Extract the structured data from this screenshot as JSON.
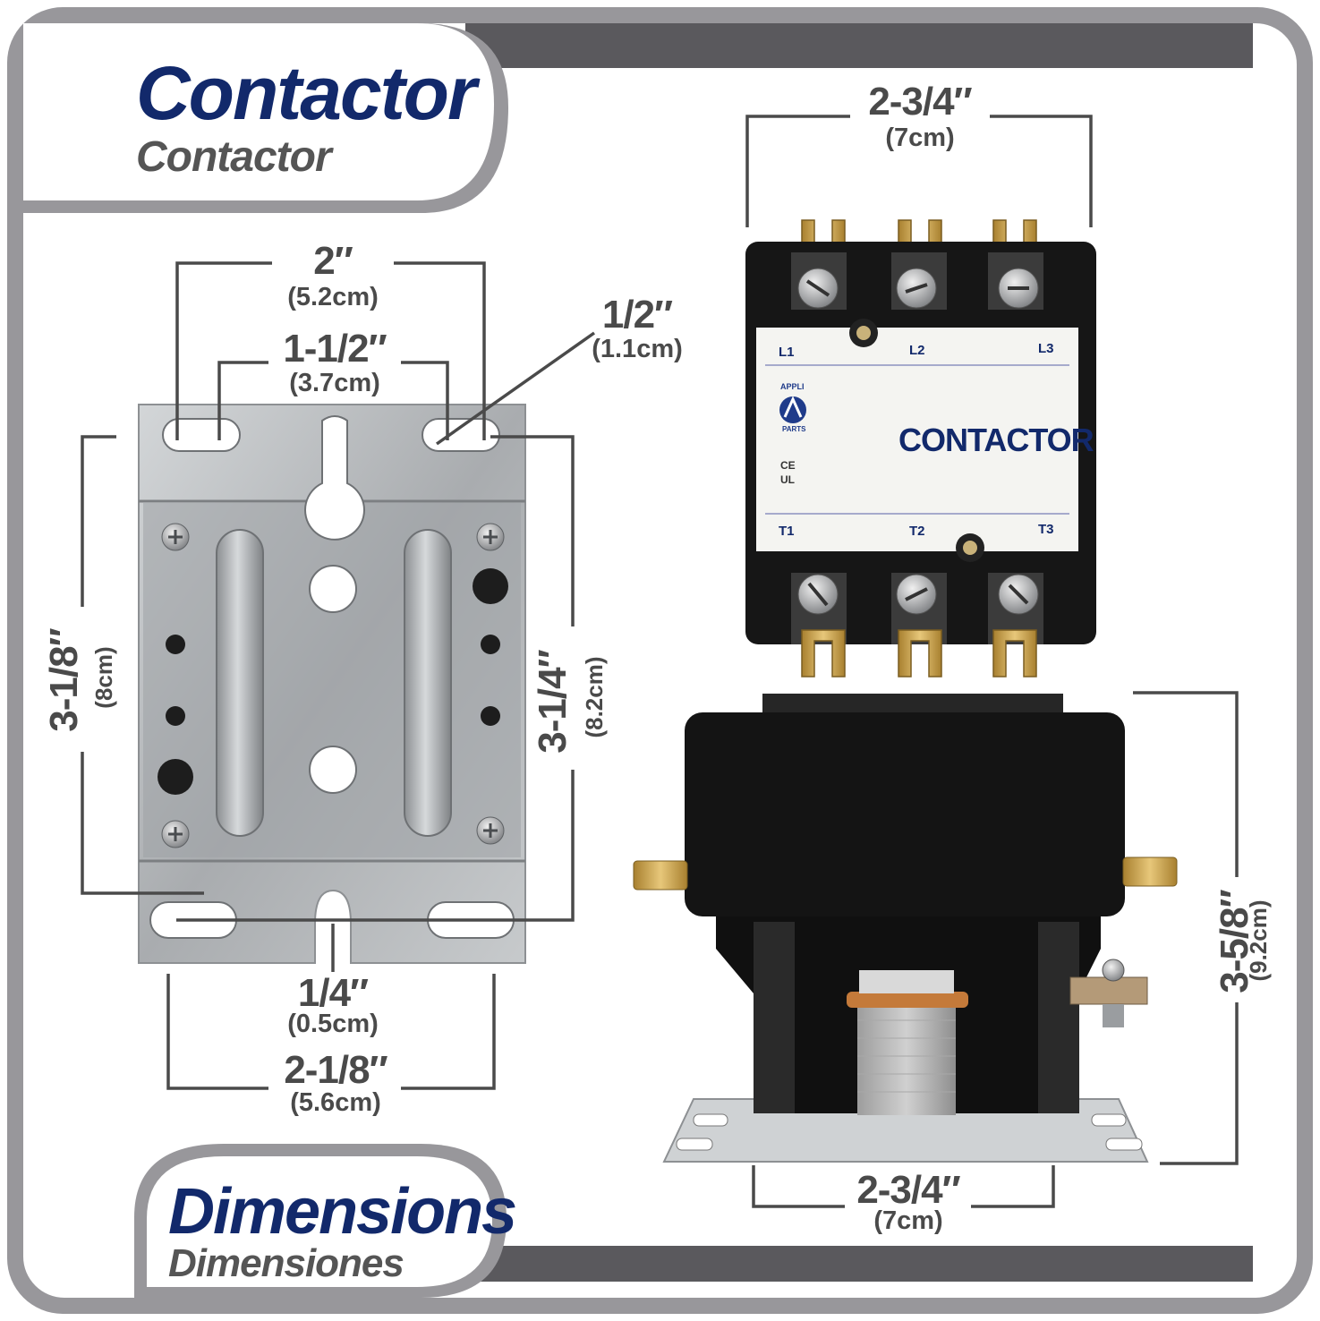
{
  "header": {
    "title": "Contactor",
    "subtitle": "Contactor"
  },
  "footer": {
    "title": "Dimensions",
    "subtitle": "Dimensiones"
  },
  "plate": {
    "width_outer": {
      "imperial": "2″",
      "metric": "(5.2cm)"
    },
    "width_inner": {
      "imperial": "1-1/2″",
      "metric": "(3.7cm)"
    },
    "slot": {
      "imperial": "1/2″",
      "metric": "(1.1cm)"
    },
    "height_left": {
      "imperial": "3-1/8″",
      "metric": "(8cm)"
    },
    "height_right": {
      "imperial": "3-1/4″",
      "metric": "(8.2cm)"
    },
    "notch": {
      "imperial": "1/4″",
      "metric": "(0.5cm)"
    },
    "width_bottom": {
      "imperial": "2-1/8″",
      "metric": "(5.6cm)"
    }
  },
  "front_view": {
    "width": {
      "imperial": "2-3/4″",
      "metric": "(7cm)"
    },
    "product_label": "CONTACTOR",
    "terminals_top": [
      "L1",
      "L2",
      "L3"
    ],
    "terminals_bottom": [
      "T1",
      "T2",
      "T3"
    ],
    "logo_text_top": "APPLI",
    "logo_text_bottom": "PARTS",
    "cert_ce": "CE",
    "cert_ul": "UL"
  },
  "side_view": {
    "width": {
      "imperial": "2-3/4″",
      "metric": "(7cm)"
    },
    "height": {
      "imperial": "3-5/8″",
      "metric": "(9.2cm)"
    }
  },
  "colors": {
    "frame_gray": "#98979b",
    "stripe_dark": "#5a595d",
    "title_navy": "#12296b",
    "dim_line": "#4a4a4a",
    "metal": "#b9bcbf",
    "housing_black": "#151515",
    "brass": "#c8a24a"
  }
}
